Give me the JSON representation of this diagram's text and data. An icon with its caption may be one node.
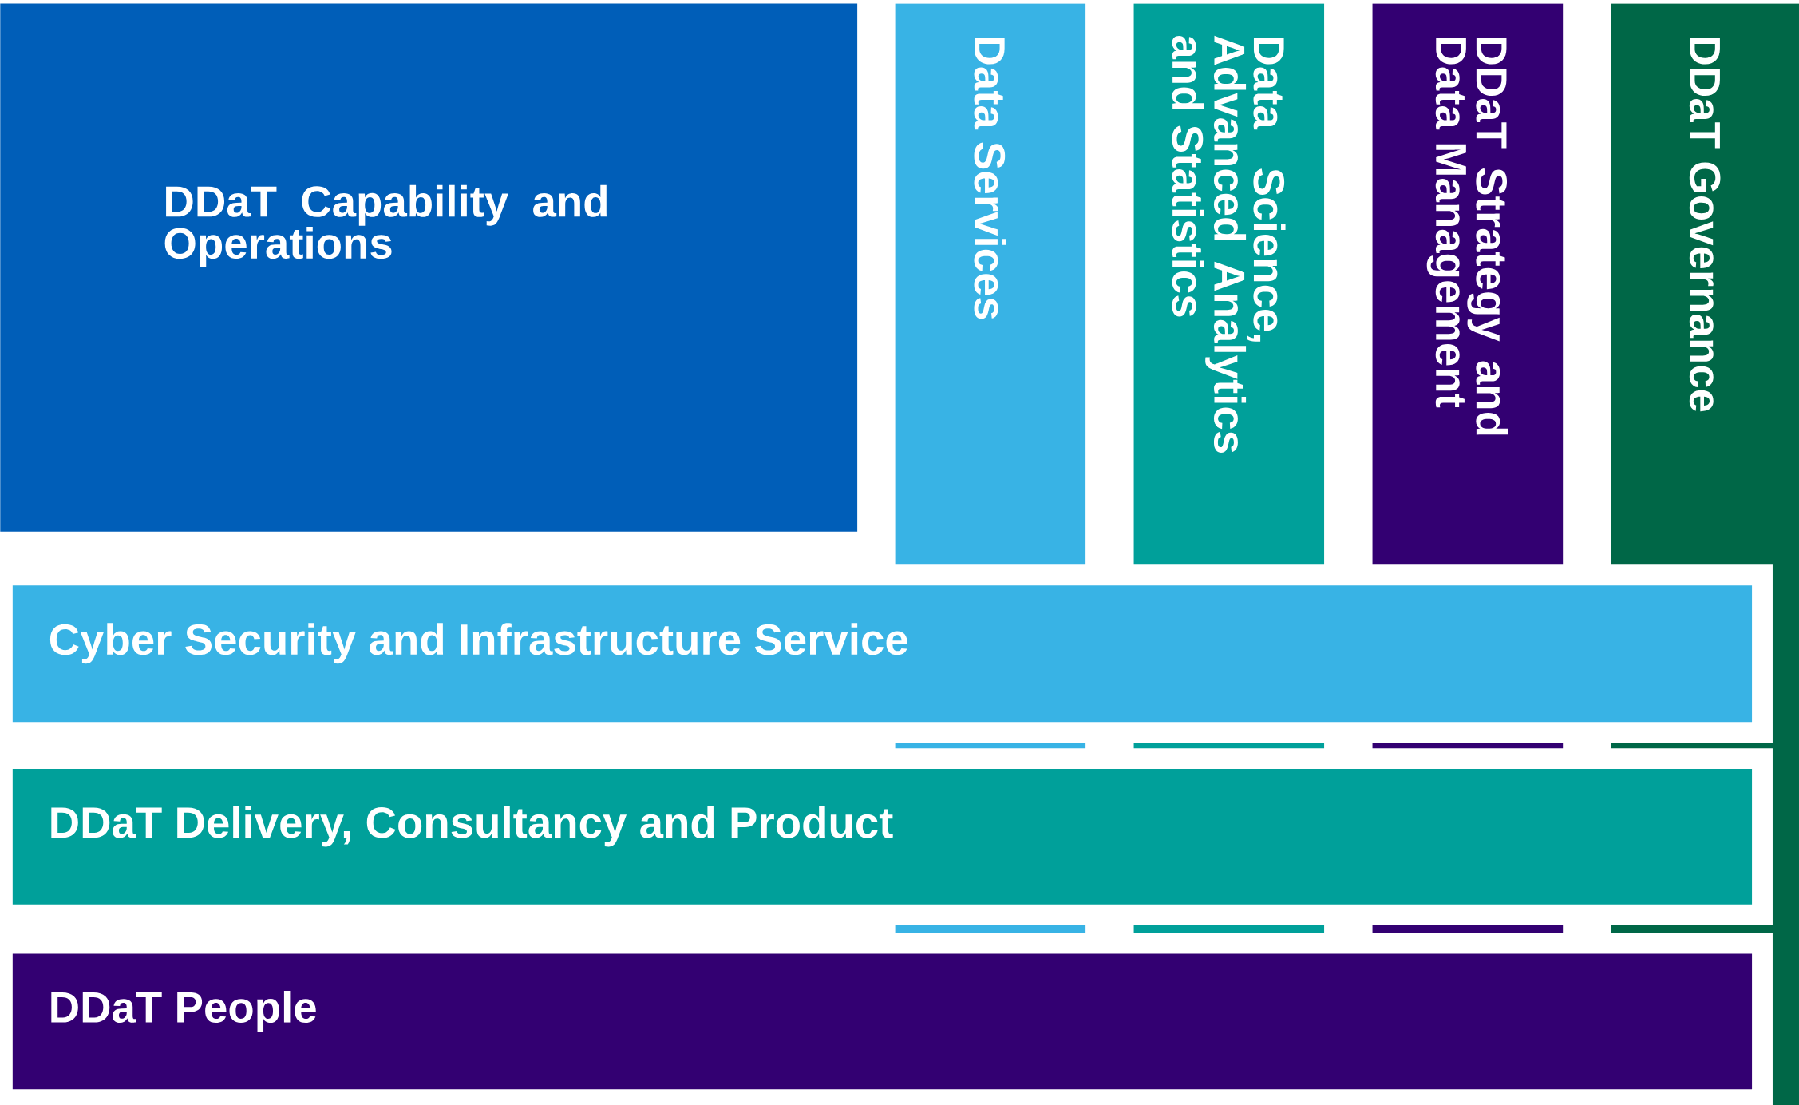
{
  "diagram": {
    "nodes": [
      {
        "text": [
          "DDaT Capability and Operations"
        ]
      },
      {
        "text": [
          "Data Services"
        ]
      },
      {
        "text": [
          "Data Science, Advanced Analytics and Statistics"
        ]
      },
      {
        "text": [
          "DDaT Strategy and Data Management"
        ]
      },
      {
        "text": [
          "DDaT Governance"
        ]
      },
      {
        "text": [
          "Cyber Security and Infrastructure Service"
        ]
      },
      {
        "text": [
          "DDaT Delivery, Consultancy and Product"
        ]
      },
      {
        "text": [
          "DDaT People"
        ]
      }
    ]
  }
}
